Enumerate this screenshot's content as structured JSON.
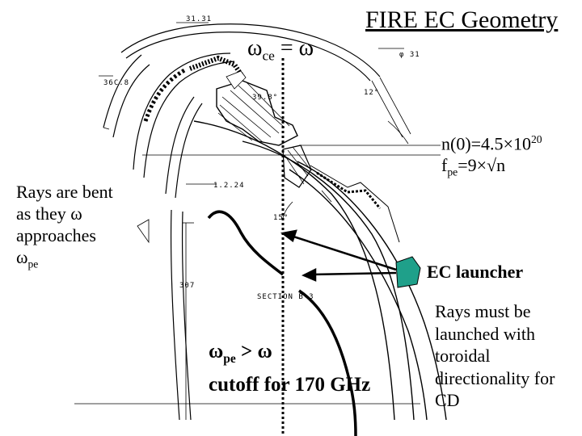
{
  "title": "FIRE EC Geometry",
  "resonance_label": {
    "lhs": "ω",
    "lhs_sub": "ce",
    "rhs": " = ω"
  },
  "density": {
    "line1_prefix": "n(0)=4.5×10",
    "line1_sup": "20",
    "line2_prefix": "f",
    "line2_sub": "pe",
    "line2_suffix": "=9×√n"
  },
  "rays_bent_label": {
    "line1": "Rays are bent",
    "line2": "as they ω",
    "line3": "approaches",
    "line4_main": "ω",
    "line4_sub": "pe"
  },
  "launcher_label": "EC launcher",
  "cutoff_label": {
    "line1_main": "ω",
    "line1_sub": "pe",
    "line1_suffix": " > ω",
    "line2": "cutoff for 170 GHz"
  },
  "rays_launch_label": "Rays must be launched with toroidal directionality for CD",
  "dimensions": {
    "d1": "31.31",
    "d2": "φ 31",
    "d3": "36C.8",
    "d4": "39.8°",
    "d5": "12°",
    "d6": "1.2.24",
    "d7": "15°",
    "d8": "307",
    "section": "SECTION B-3"
  },
  "colors": {
    "launcher_fill": "#1fa08a",
    "ink": "#000000"
  }
}
